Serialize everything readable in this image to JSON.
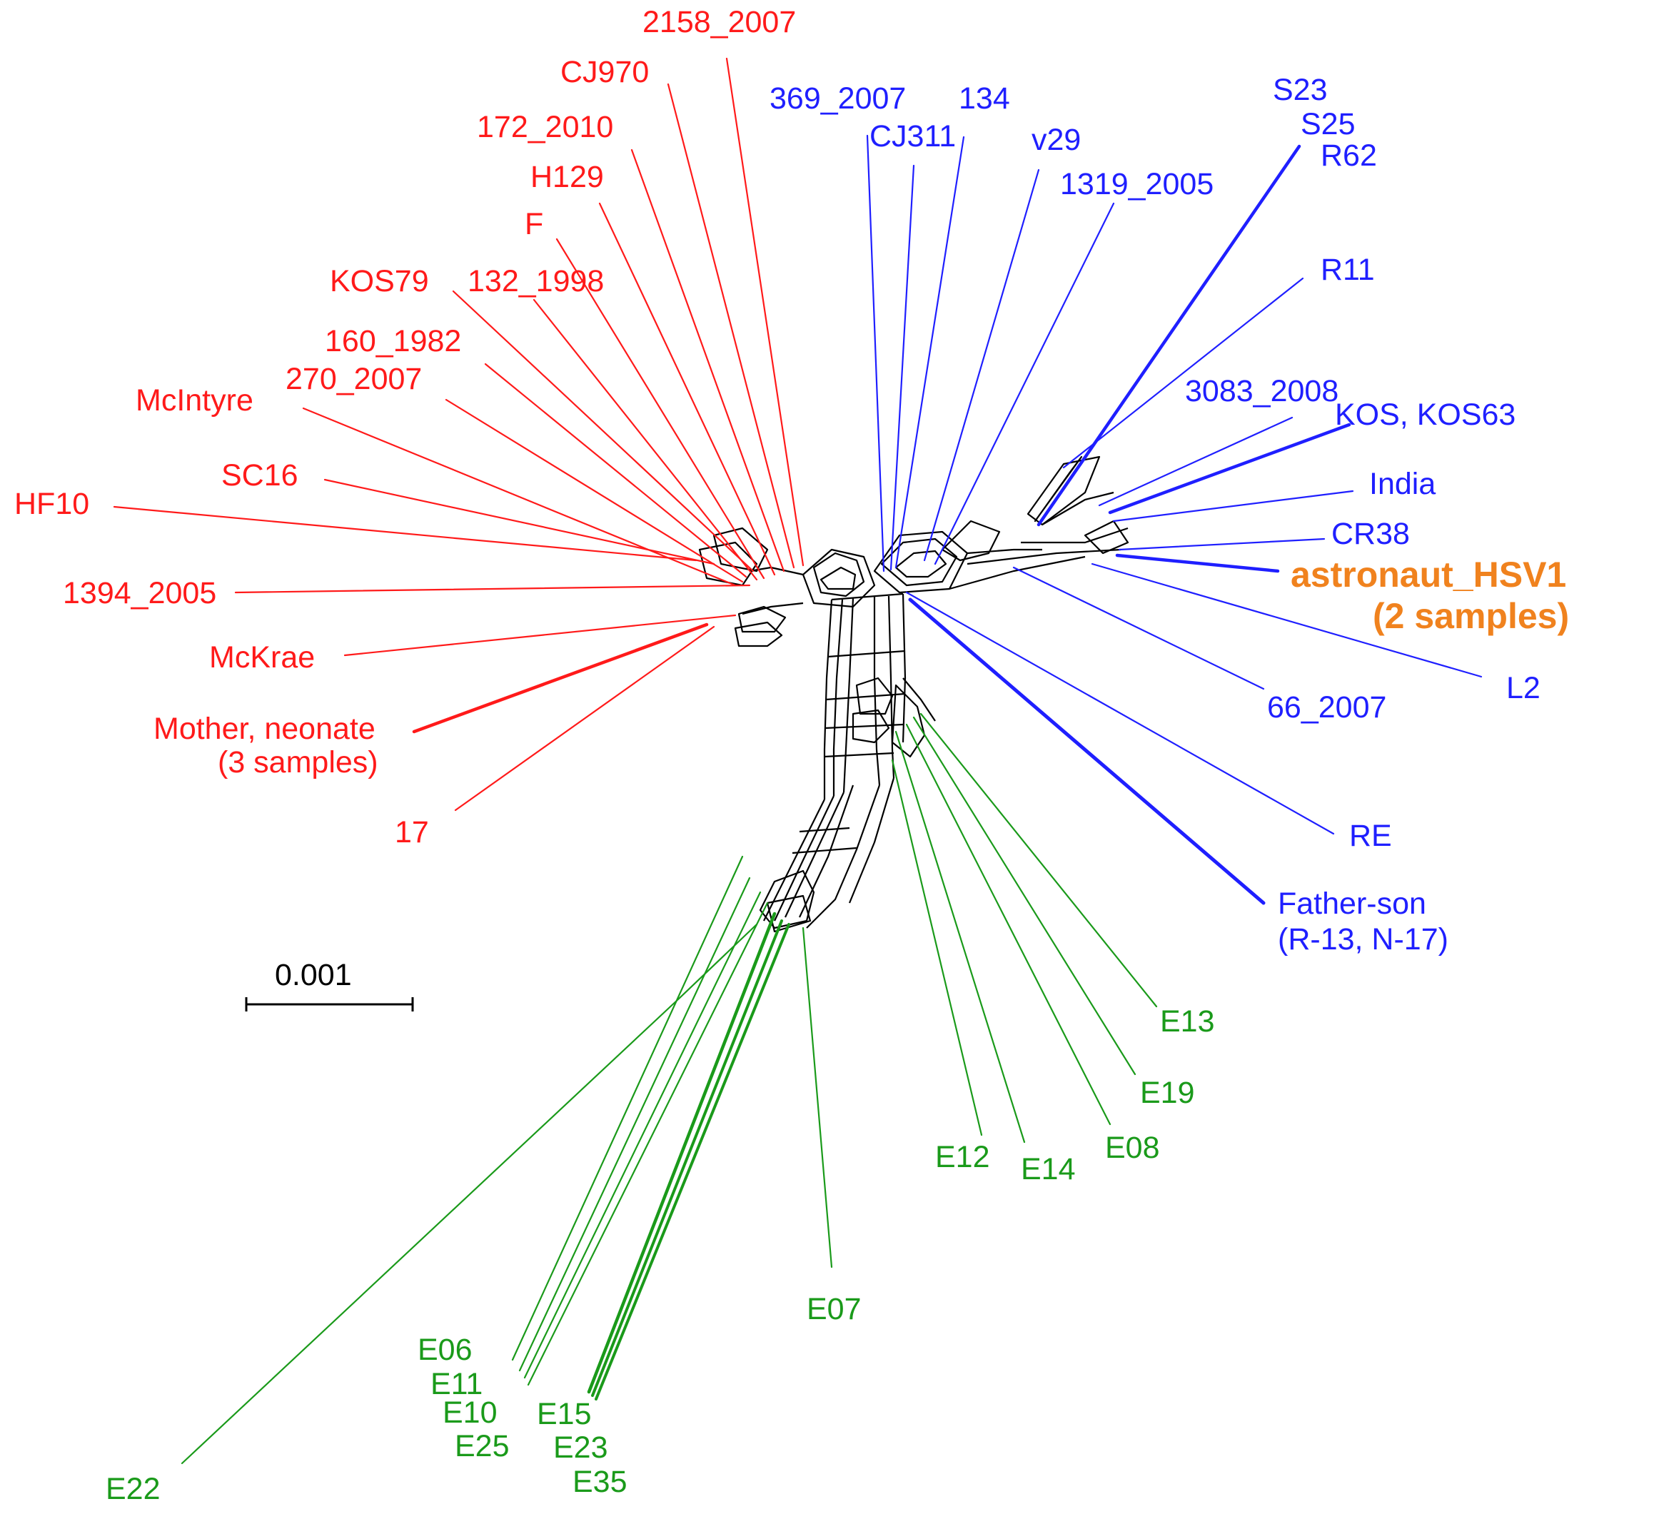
{
  "colors": {
    "red": "#ff1a1a",
    "blue": "#1f1fff",
    "green": "#1a9a1a",
    "orange": "#f0821e",
    "network": "#000000"
  },
  "scale_bar": {
    "label": "0.001"
  },
  "taxa": {
    "red": [
      "2158_2007",
      "CJ970",
      "172_2010",
      "H129",
      "F",
      "KOS79",
      "132_1998",
      "160_1982",
      "270_2007",
      "McIntyre",
      "SC16",
      "HF10",
      "1394_2005",
      "McKrae",
      "Mother, neonate",
      "(3 samples)",
      "17"
    ],
    "blue": [
      "369_2007",
      "134",
      "CJ311",
      "v29",
      "1319_2005",
      "S23",
      "S25",
      "R62",
      "R11",
      "3083_2008",
      "KOS, KOS63",
      "India",
      "CR38",
      "66_2007",
      "L2",
      "RE",
      "Father-son",
      "(R-13, N-17)"
    ],
    "highlight": [
      "astronaut_HSV1",
      "(2 samples)"
    ],
    "green": [
      "E13",
      "E19",
      "E08",
      "E14",
      "E12",
      "E07",
      "E06",
      "E11",
      "E10",
      "E25",
      "E15",
      "E23",
      "E35",
      "E22"
    ]
  }
}
